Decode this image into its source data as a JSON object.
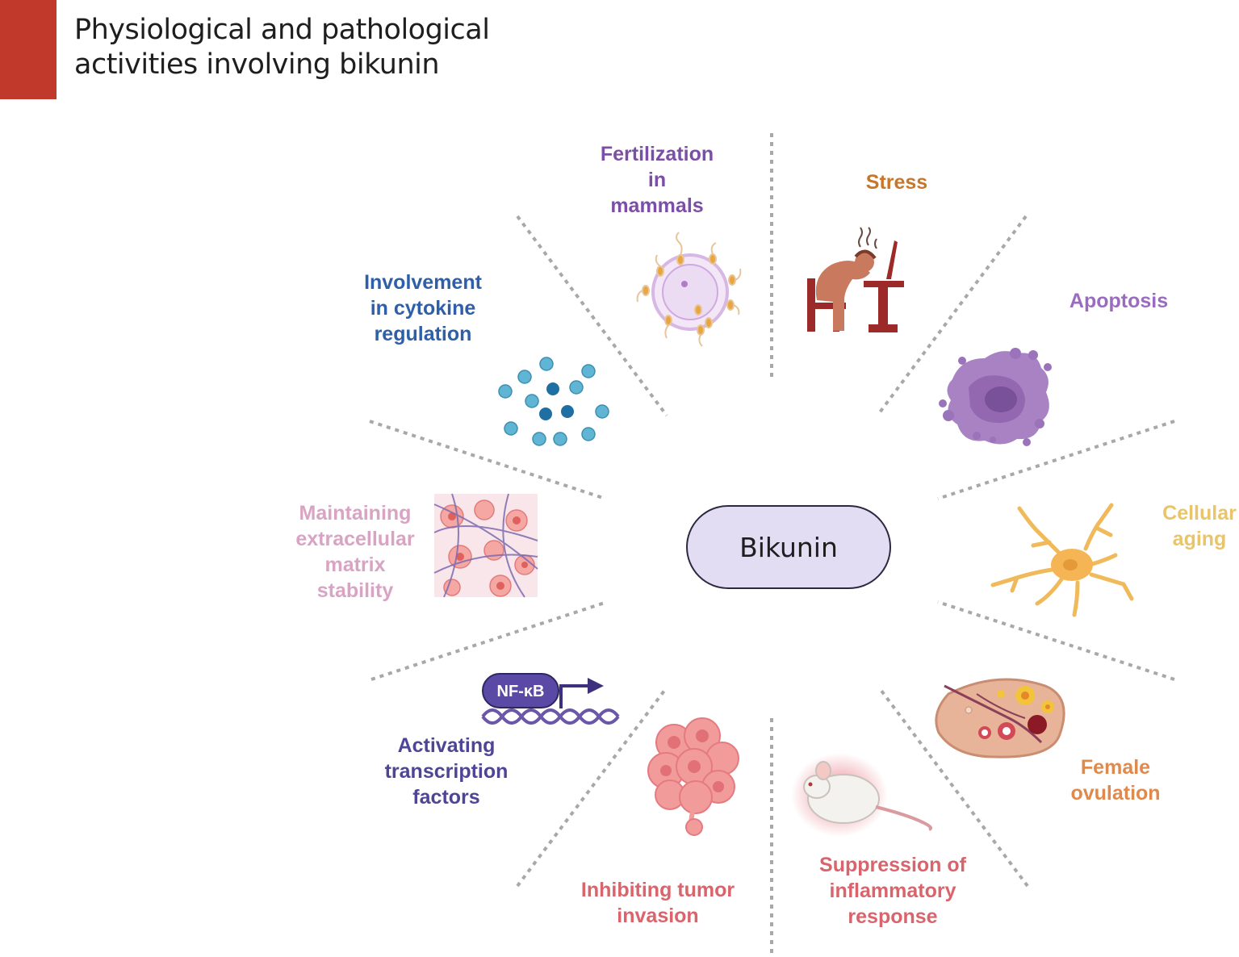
{
  "header": {
    "title_line1": "Physiological and pathological",
    "title_line2": "activities involving bikunin",
    "accent_color": "#c0392b"
  },
  "center": {
    "label": "Bikunin",
    "fill": "#e3ddf4"
  },
  "nfkb_label": "NF-κB",
  "activities": [
    {
      "key": "fertilization",
      "lines": [
        "Fertilization",
        "in",
        "mammals"
      ],
      "color": "#7b4fa6",
      "icon": "sperm-egg-icon"
    },
    {
      "key": "stress",
      "lines": [
        "Stress"
      ],
      "color": "#c8762a",
      "icon": "stressed-person-icon"
    },
    {
      "key": "apoptosis",
      "lines": [
        "Apoptosis"
      ],
      "color": "#9a6bbf",
      "icon": "apoptotic-cell-icon"
    },
    {
      "key": "cellular-aging",
      "lines": [
        "Cellular",
        "aging"
      ],
      "color": "#e8c56a",
      "icon": "senescent-cell-icon"
    },
    {
      "key": "female-ovulation",
      "lines": [
        "Female",
        "ovulation"
      ],
      "color": "#e0894d",
      "icon": "ovary-icon"
    },
    {
      "key": "inflammation",
      "lines": [
        "Suppression of",
        "inflammatory",
        "response"
      ],
      "color": "#d9646c",
      "icon": "mouse-icon"
    },
    {
      "key": "tumor-invasion",
      "lines": [
        "Inhibiting tumor",
        "invasion"
      ],
      "color": "#d9646c",
      "icon": "tumor-cells-icon"
    },
    {
      "key": "transcription",
      "lines": [
        "Activating",
        "transcription",
        "factors"
      ],
      "color": "#4f4596",
      "icon": "nfkb-dna-icon"
    },
    {
      "key": "ecm",
      "lines": [
        "Maintaining",
        "extracellular",
        "matrix",
        "stability"
      ],
      "color": "#d9a4c4",
      "icon": "extracellular-matrix-icon"
    },
    {
      "key": "cytokine",
      "lines": [
        "Involvement",
        "in cytokine",
        "regulation"
      ],
      "color": "#2e5fa8",
      "icon": "cytokine-dots-icon"
    }
  ]
}
